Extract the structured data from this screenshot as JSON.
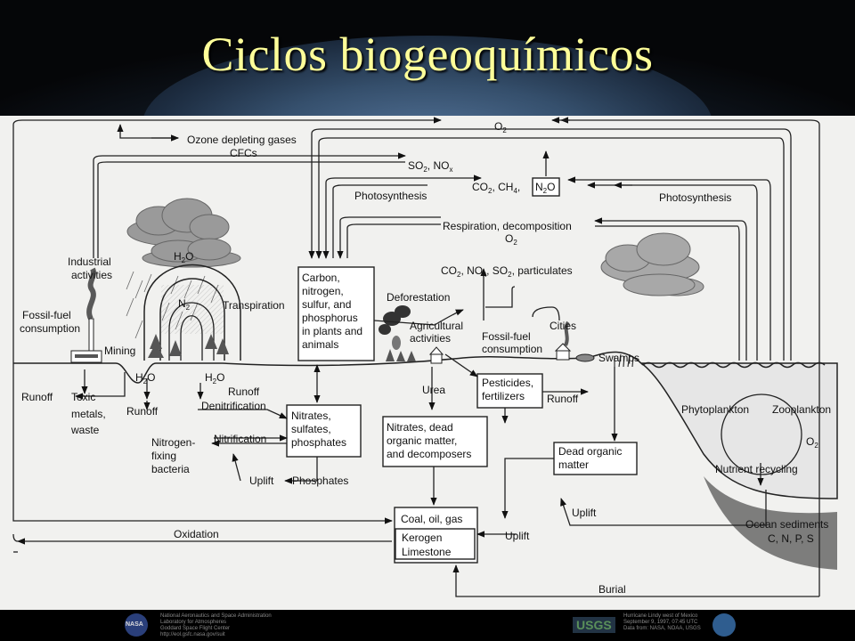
{
  "title": "Ciclos biogeoquímicos",
  "labels": {
    "o2_top": "O",
    "o2_top_sub": "2",
    "ozone": "Ozone depleting gases",
    "cfcs": "CFCs",
    "so2": "SO",
    "so2_sub": "2",
    "so2_nox": ", NO",
    "nox_sub": "x",
    "co2": "CO",
    "co2_sub": "2",
    "ch4": ", CH",
    "ch4_sub": "4",
    "ch4_comma": ",",
    "n2o": "N",
    "n2o_sub": "2",
    "n2o_o": "O",
    "photosynthesis_left": "Photosynthesis",
    "photosynthesis_right": "Photosynthesis",
    "respiration": "Respiration, decomposition",
    "o2_resp": "O",
    "o2_resp_sub": "2",
    "industrial": "Industrial",
    "activities": "activities",
    "h2o_cloud": "H",
    "h2o_cloud_sub": "2",
    "h2o_cloud_o": "O",
    "carbon_box": [
      "Carbon,",
      "nitrogen,",
      "sulfur, and",
      "phosphorus",
      "in plants and",
      "animals"
    ],
    "pollutants": "CO",
    "pollutants_sub": "2",
    "pollutants_mid": ", NO",
    "pollutants_sub2": "x",
    "pollutants_mid2": ", SO",
    "pollutants_sub3": "2",
    "pollutants_end": ", particulates",
    "deforestation": "Deforestation",
    "transpiration": "Transpiration",
    "n2": "N",
    "n2_sub": "2",
    "fossil_left": "Fossil-fuel",
    "consumption_left": "consumption",
    "agricultural": "Agricultural",
    "agri_activities": "activities",
    "cities": "Cities",
    "fossil_mid": "Fossil-fuel",
    "consumption_mid": "consumption",
    "mining": "Mining",
    "swamps": "Swamps",
    "h2o_a": "H",
    "h2o_a_sub": "2",
    "h2o_a_o": "O",
    "h2o_b": "H",
    "h2o_b_sub": "2",
    "h2o_b_o": "O",
    "runoff_1": "Runoff",
    "runoff_2": "Runoff",
    "runoff_3": "Runoff",
    "runoff_4": "Runoff",
    "urea": "Urea",
    "pesticides": [
      "Pesticides,",
      "fertilizers"
    ],
    "toxic": [
      "Toxic",
      "metals,",
      "waste"
    ],
    "denitrification": "Denitrification",
    "nitrates_box": [
      "Nitrates,",
      "sulfates,",
      "phosphates"
    ],
    "nitrification": "Nitrification",
    "nitrogen_fixing": [
      "Nitrogen-",
      "fixing",
      "bacteria"
    ],
    "nitrates_dead": [
      "Nitrates, dead",
      "organic matter,",
      "and decomposers"
    ],
    "phytoplankton": "Phytoplankton",
    "zooplankton": "Zooplankton",
    "o2_ocean": "O",
    "o2_ocean_sub": "2",
    "dead_organic": [
      "Dead organic",
      "matter"
    ],
    "nutrient": "Nutrient recycling",
    "uplift_1": "Uplift",
    "uplift_2": "Uplift",
    "uplift_3": "Uplift",
    "phosphates": "Phosphates",
    "ocean_sediments": "Ocean sediments",
    "cnps": "C, N, P, S",
    "coal": "Coal, oil, gas",
    "kerogen": "Kerogen",
    "limestone": "Limestone",
    "oxidation": "Oxidation",
    "burial": "Burial"
  },
  "footer": {
    "nasa_logo": "NASA",
    "nasa_text": "National Aeronautics and Space Administration\nLaboratory for Atmospheres\nGoddard Space Flight Center\nhttp://eol.gsfc.nasa.gov/suit",
    "usgs_logo": "USGS",
    "right_text": "Hurricane Lindy west of Mexico\nSeptember 9, 1997, 07:45 UTC\nData from: NASA, NOAA, USGS"
  },
  "colors": {
    "title": "#ffff99",
    "diagram_bg": "#f1f1ef",
    "ink": "#111111",
    "ocean": "#e8e8e8",
    "sediment": "#444444"
  }
}
